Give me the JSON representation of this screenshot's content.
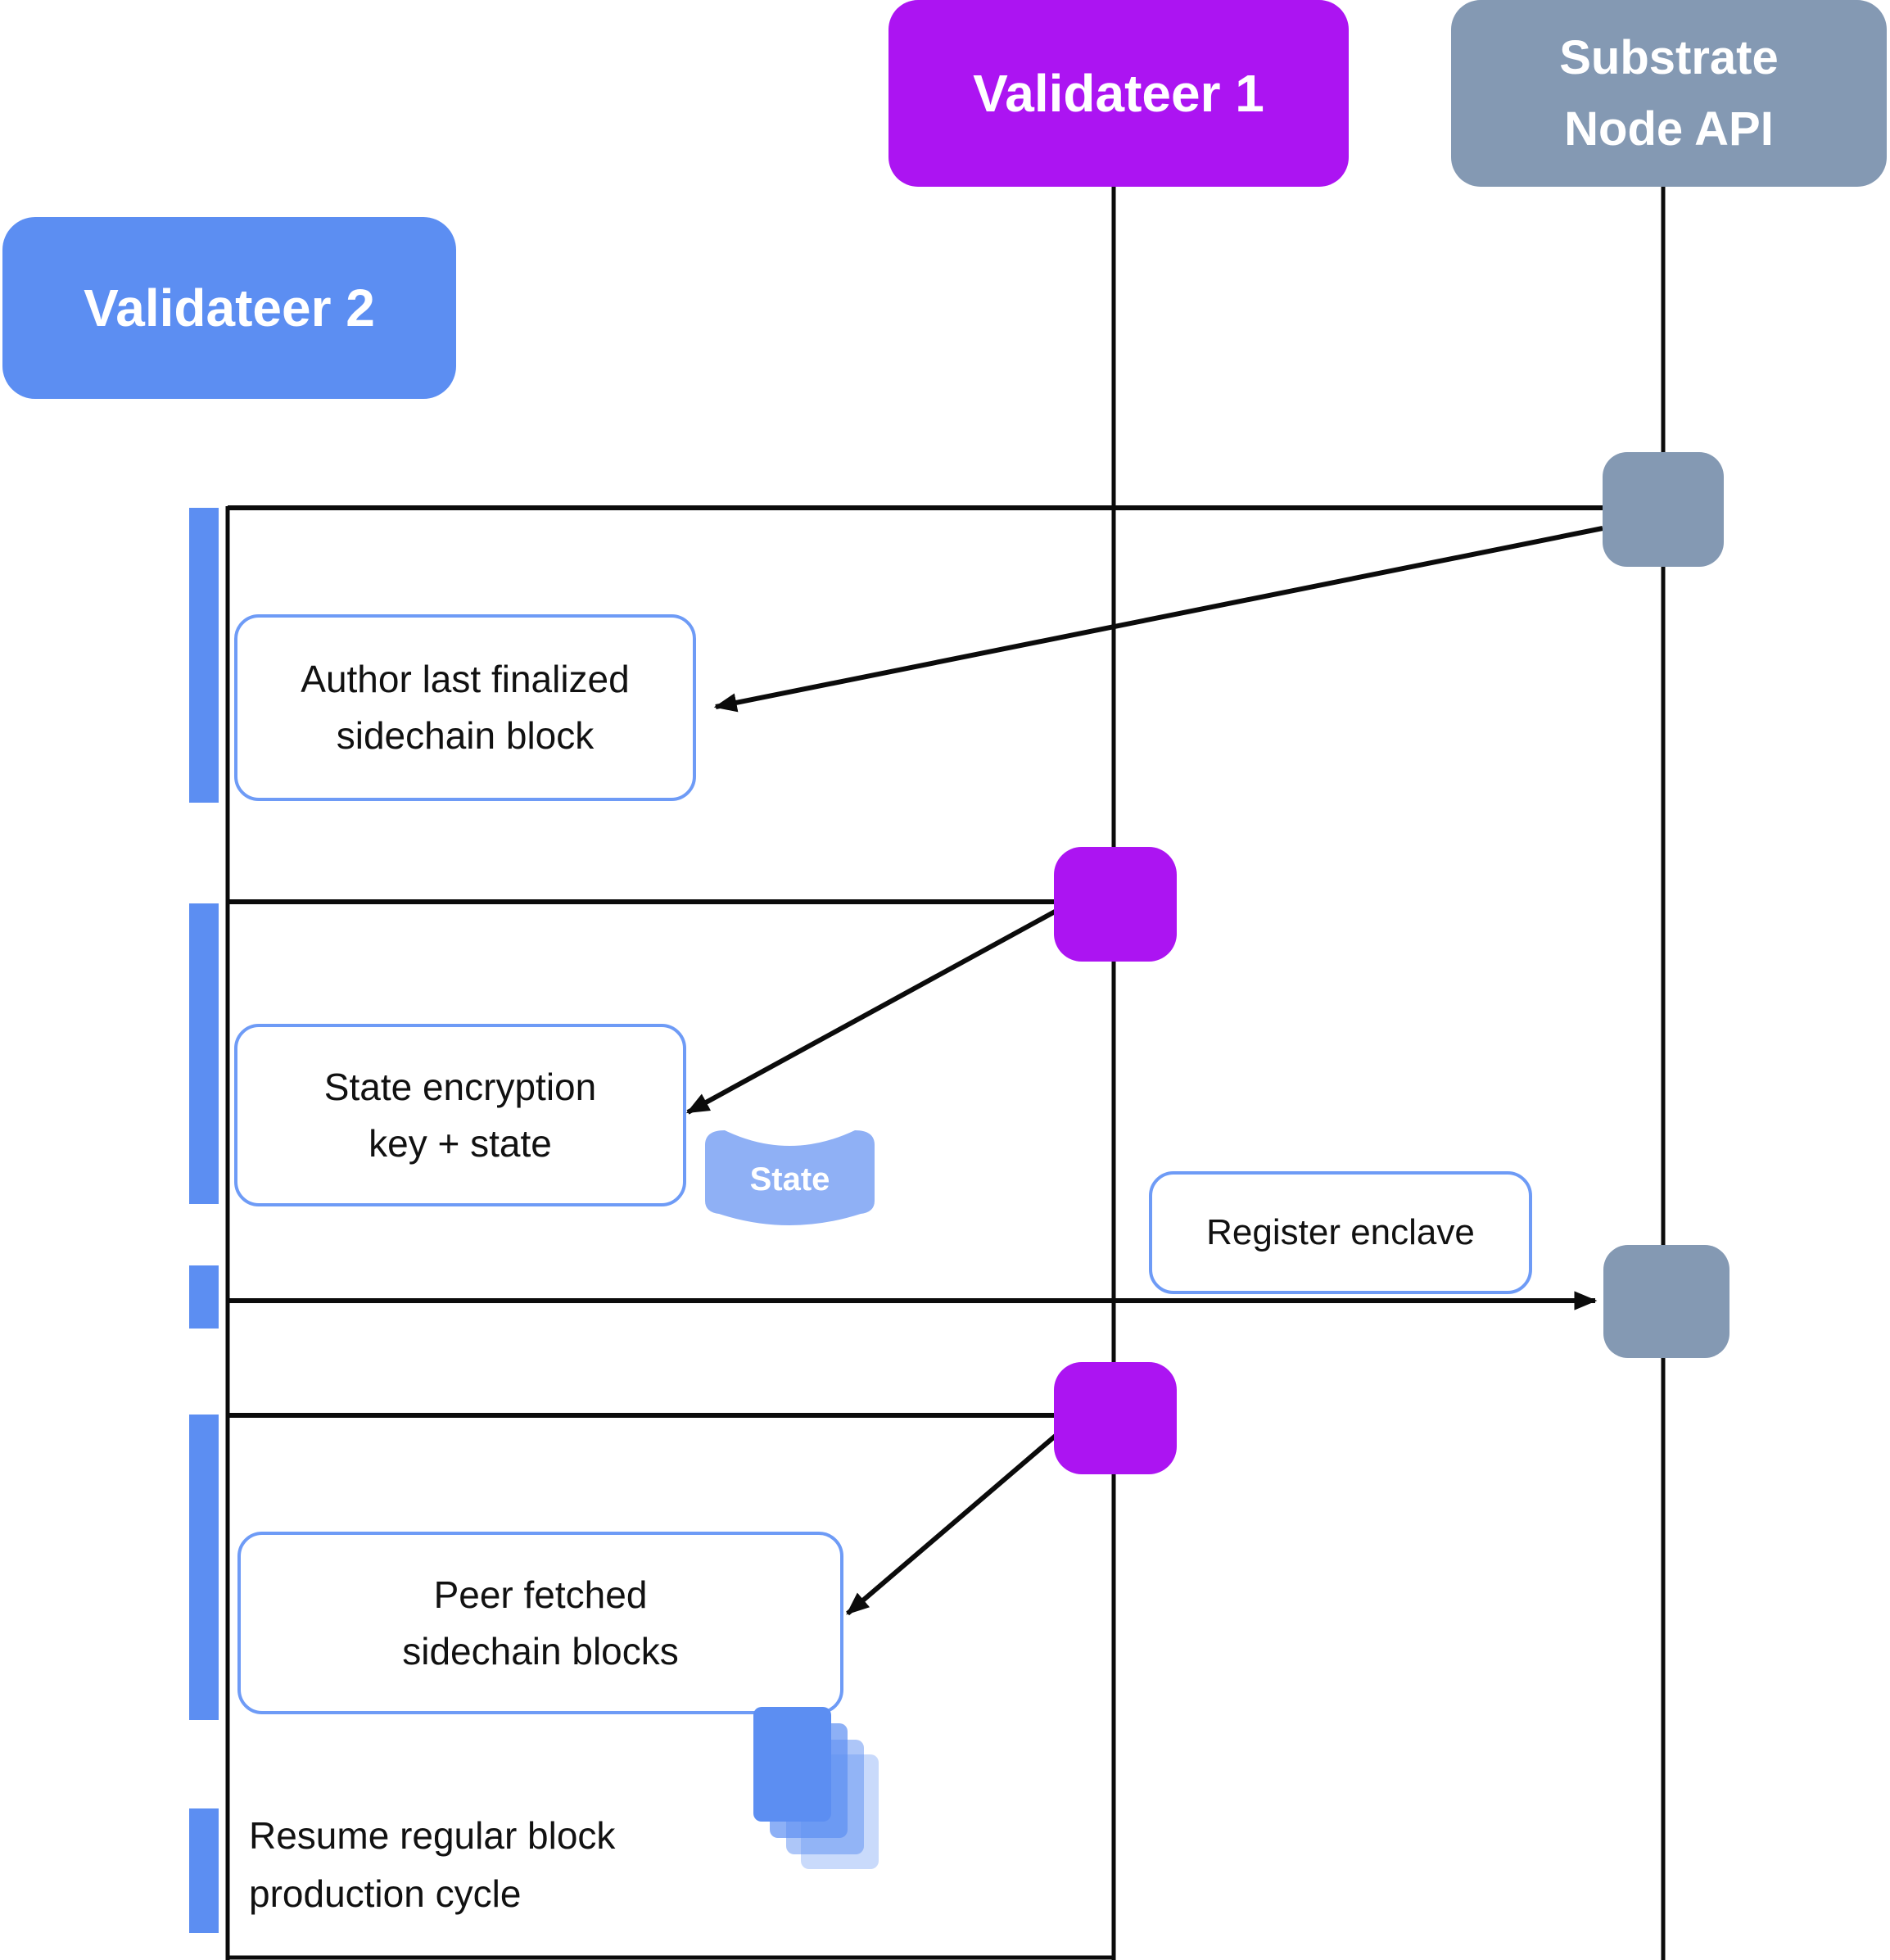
{
  "diagram": {
    "actors": {
      "validateer2": "Validateer 2",
      "validateer1": "Validateer 1",
      "substrate_line1": "Substrate",
      "substrate_line2": "Node API"
    },
    "messages": {
      "author_line1": "Author last finalized",
      "author_line2": "sidechain block",
      "state_line1": "State encryption",
      "state_line2": "key + state",
      "register": "Register enclave",
      "peer_line1": "Peer fetched",
      "peer_line2": "sidechain blocks"
    },
    "annotations": {
      "resume_line1": "Resume regular block",
      "resume_line2": "production cycle"
    },
    "datastore_label": "State",
    "icons": {
      "datastore": "database-cylinder-icon",
      "blocks": "stacked-blocks-icon"
    },
    "colors": {
      "validateer1_fill": "#AC14F2",
      "validateer2_fill": "#5C8EF2",
      "substrate_fill": "#8499B3",
      "label_border": "#6E9BF6",
      "datastore_fill": "#8FB0F5",
      "line": "#0B0B0B",
      "text": "#111111",
      "background": "#FFFFFF"
    }
  }
}
